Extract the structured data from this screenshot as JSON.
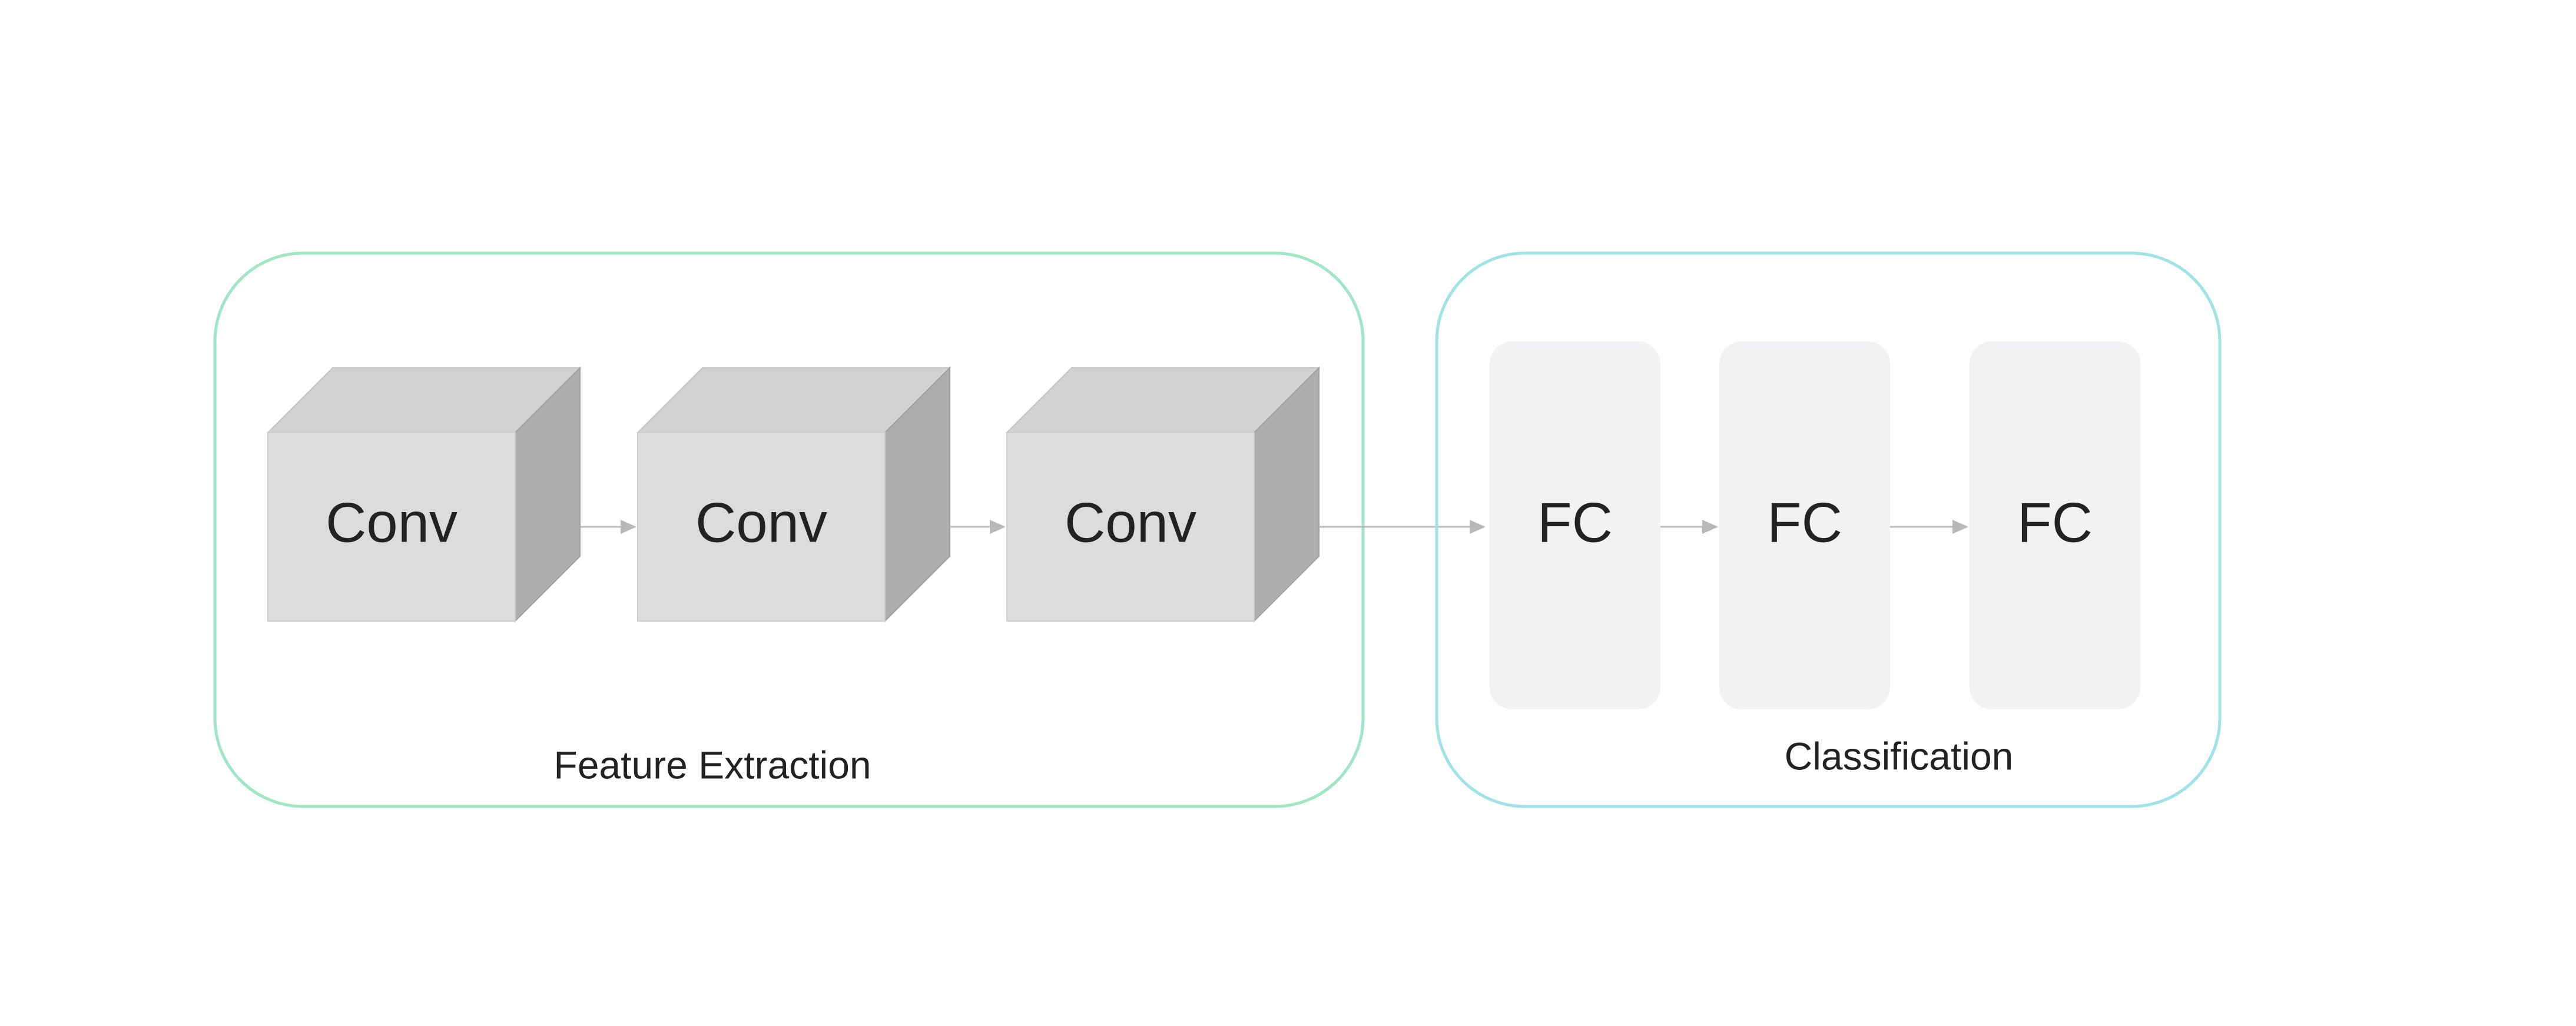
{
  "diagram": {
    "feature_group": {
      "label": "Feature Extraction",
      "blocks": [
        "Conv",
        "Conv",
        "Conv"
      ]
    },
    "classification_group": {
      "label": "Classification",
      "blocks": [
        "FC",
        "FC",
        "FC"
      ]
    },
    "colors": {
      "feature_border": "#9ee6c5",
      "classification_border": "#9fe3e6",
      "conv_front": "#dcdcdc",
      "conv_top": "#d2d2d2",
      "conv_side": "#aeaeae",
      "fc_fill": "#f2f2f4",
      "arrow": "#b8b8b8"
    }
  }
}
